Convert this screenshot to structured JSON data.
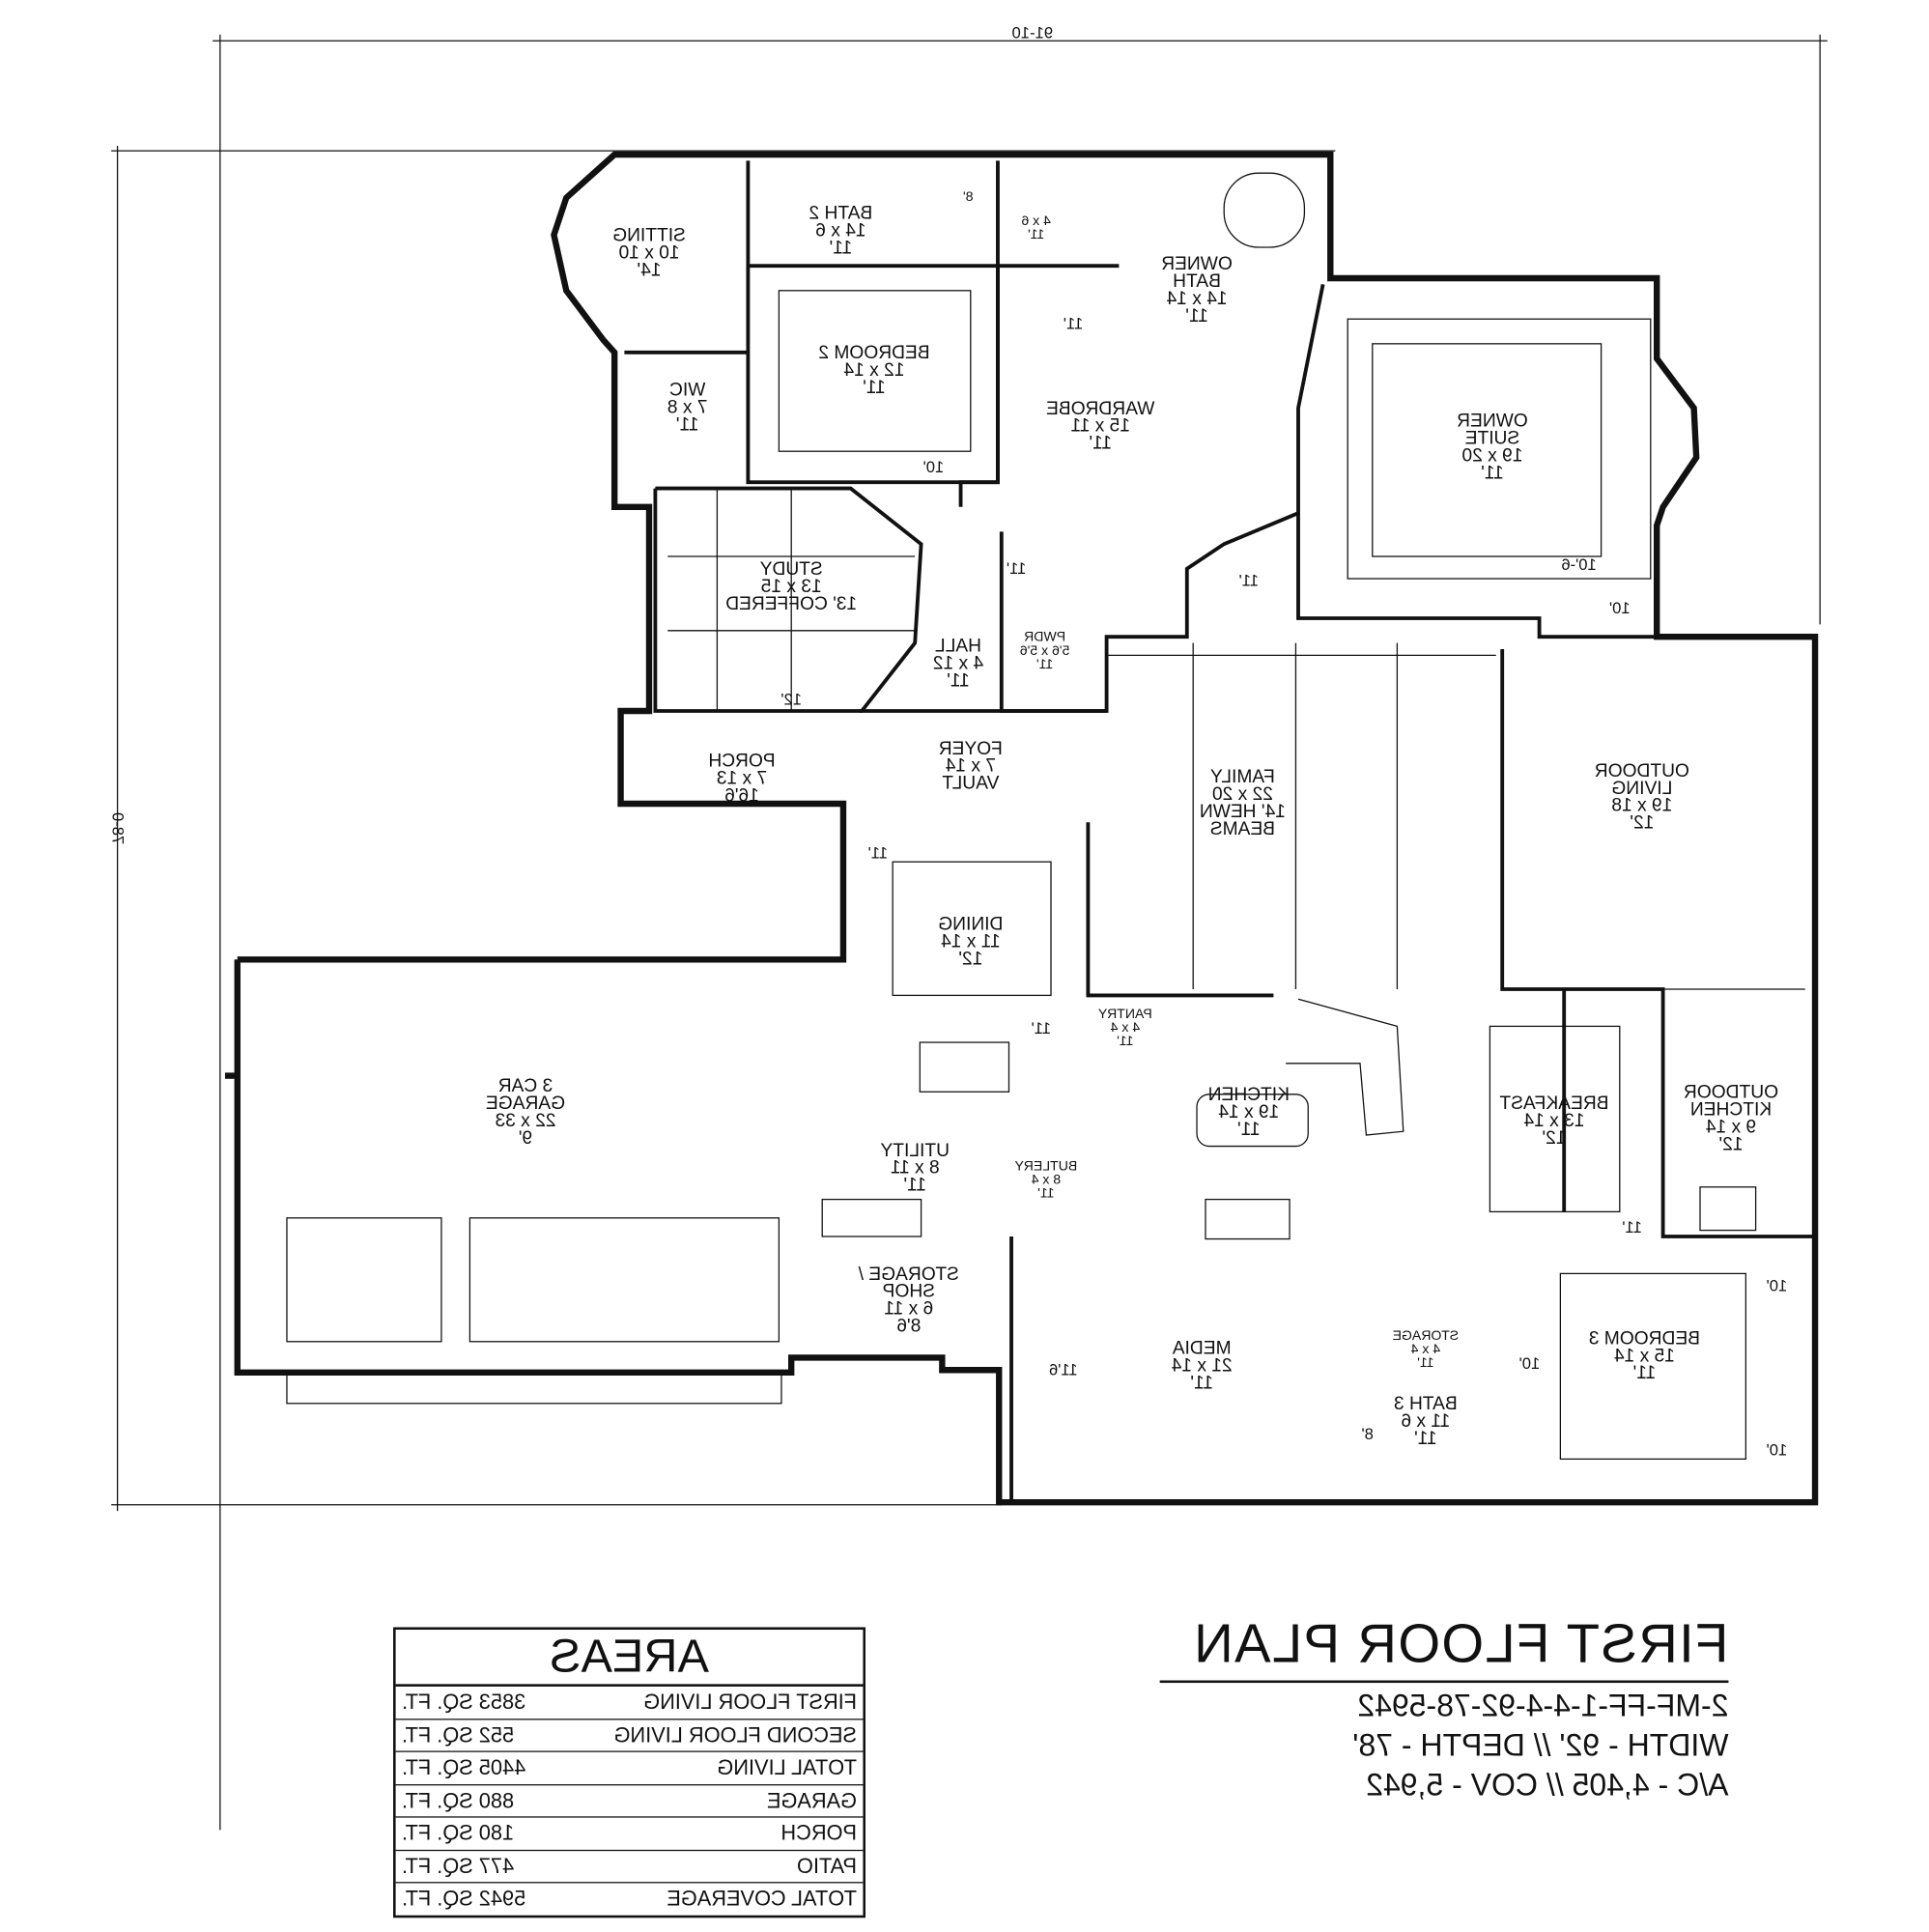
{
  "dimensions": {
    "width": "91-10",
    "depth": "78-0"
  },
  "rooms": [
    {
      "id": "sitting",
      "lines": [
        "SITTING",
        "10 x 10",
        "14'"
      ]
    },
    {
      "id": "bath-2",
      "lines": [
        "BATH 2",
        "14 x 6",
        "11'"
      ]
    },
    {
      "id": "shower-8",
      "lines": [
        "8'"
      ]
    },
    {
      "id": "wc",
      "lines": [
        "4 x 6",
        "11'"
      ]
    },
    {
      "id": "owner-bath",
      "lines": [
        "OWNER",
        "BATH",
        "14 x 14",
        "11'"
      ]
    },
    {
      "id": "bedroom-2",
      "lines": [
        "BEDROOM 2",
        "12 x 14",
        "11'"
      ]
    },
    {
      "id": "wic",
      "lines": [
        "WIC",
        "7 x 8",
        "11'"
      ]
    },
    {
      "id": "wardrobe",
      "lines": [
        "WARDROBE",
        "15 x 11",
        "11'"
      ]
    },
    {
      "id": "owner-suite",
      "lines": [
        "OWNER",
        "SUITE",
        "19 x 20",
        "11'"
      ]
    },
    {
      "id": "study",
      "lines": [
        "STUDY",
        "13 x 15",
        "13' COFFERED"
      ]
    },
    {
      "id": "hall",
      "lines": [
        "HALL",
        "4 x 12",
        "11'"
      ]
    },
    {
      "id": "pwdr",
      "lines": [
        "PWDR",
        "5'6 x 5'6",
        "11'"
      ]
    },
    {
      "id": "foyer",
      "lines": [
        "FOYER",
        "7 x 14",
        "VAULT"
      ]
    },
    {
      "id": "porch",
      "lines": [
        "PORCH",
        "7 x 13",
        "16'6"
      ]
    },
    {
      "id": "family",
      "lines": [
        "FAMILY",
        "22 x 20",
        "14' HEWN",
        "BEAMS"
      ]
    },
    {
      "id": "outdoor-living",
      "lines": [
        "OUTDOOR",
        "LIVING",
        "19 x 18",
        "12'"
      ]
    },
    {
      "id": "dining",
      "lines": [
        "DINING",
        "11 x 14",
        "12'"
      ]
    },
    {
      "id": "pantry",
      "lines": [
        "PANTRY",
        "4 x 4",
        "11'"
      ]
    },
    {
      "id": "garage",
      "lines": [
        "3 CAR",
        "GARAGE",
        "22 x 33",
        "9'"
      ]
    },
    {
      "id": "kitchen",
      "lines": [
        "KITCHEN",
        "19 x 14",
        "11'"
      ]
    },
    {
      "id": "breakfast",
      "lines": [
        "BREAKFAST",
        "13 x 14",
        "12'"
      ]
    },
    {
      "id": "outdoor-kitchen",
      "lines": [
        "OUTDOOR",
        "KITCHEN",
        "9 x 14",
        "12'"
      ]
    },
    {
      "id": "utility",
      "lines": [
        "UTILITY",
        "8 x 11",
        "11'"
      ]
    },
    {
      "id": "butlery",
      "lines": [
        "BUTLERY",
        "8 x 4",
        "11'"
      ]
    },
    {
      "id": "storage-shop",
      "lines": [
        "STORAGE /",
        "SHOP",
        "6 x 11",
        "8'6"
      ]
    },
    {
      "id": "media",
      "lines": [
        "MEDIA",
        "21 x 14",
        "11'"
      ]
    },
    {
      "id": "storage",
      "lines": [
        "STORAGE",
        "4 x 4",
        "11'"
      ]
    },
    {
      "id": "bedroom-3",
      "lines": [
        "BEDROOM 3",
        "15 x 14",
        "11'"
      ]
    },
    {
      "id": "bath-3",
      "lines": [
        "BATH 3",
        "11 x 6",
        "11'"
      ]
    }
  ],
  "ceiling_notes": [
    "10'",
    "11'",
    "11'",
    "11'",
    "10'-6",
    "10'",
    "12'",
    "11'",
    "11'",
    "11'",
    "11'6",
    "10'",
    "10'",
    "10'",
    "8'"
  ],
  "title": {
    "main": "FIRST FLOOR PLAN",
    "lines": [
      "2-MF-FF-1-4-4-92-78-5942",
      "WIDTH - 92' // DEPTH - 78'",
      "A/C - 4,405 // COV - 5,942"
    ]
  },
  "areas": {
    "heading": "AREAS",
    "rows": [
      {
        "label": "FIRST FLOOR LIVING",
        "value": "3853 SQ. FT."
      },
      {
        "label": "SECOND FLOOR LIVING",
        "value": "552 SQ. FT."
      },
      {
        "label": "TOTAL LIVING",
        "value": "4405 SQ. FT."
      },
      {
        "label": "GARAGE",
        "value": "880 SQ. FT."
      },
      {
        "label": "PORCH",
        "value": "180 SQ. FT."
      },
      {
        "label": "PATIO",
        "value": "477 SQ. FT."
      },
      {
        "label": "TOTAL COVERAGE",
        "value": "5942 SQ. FT."
      }
    ]
  }
}
